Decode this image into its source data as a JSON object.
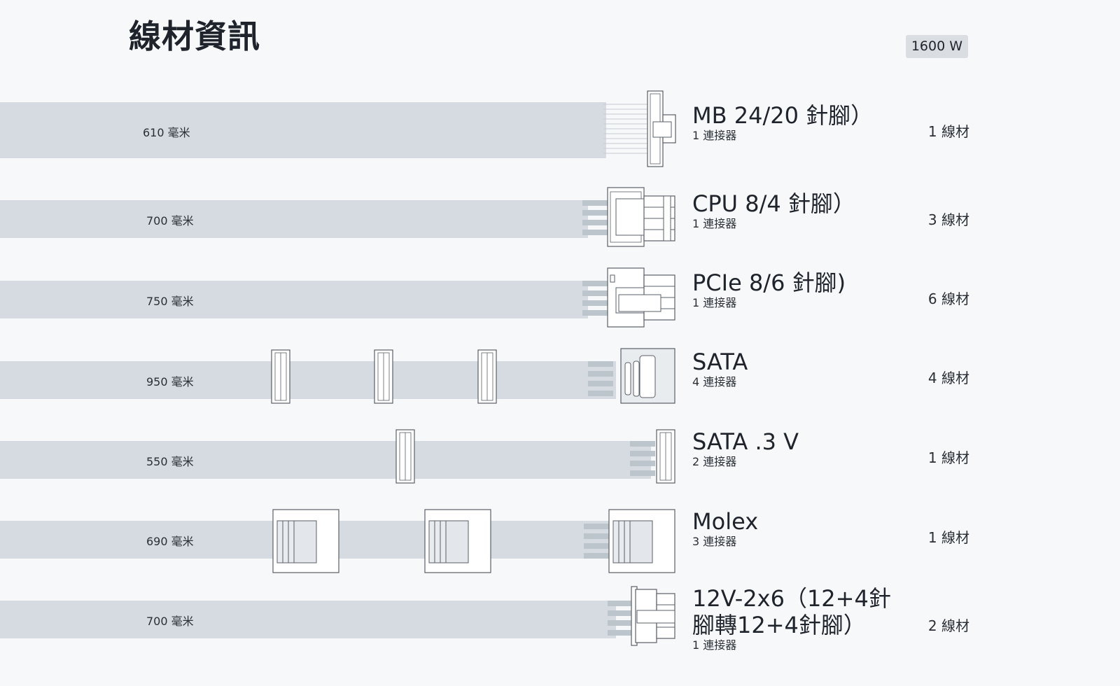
{
  "page": {
    "title": "線材資訊",
    "wattage": "1600 W"
  },
  "colors": {
    "background": "#f7f8f9",
    "cable": "#d5dbe1",
    "connector": "#ffffff",
    "connector_outline": "#5a6068",
    "wire": "#bcc4cc"
  },
  "cables": [
    {
      "name": "MB 24/20 針腳）",
      "connectors": "1 連接器",
      "length": "610 毫米",
      "quantity": "1 線材",
      "connector_icon": "atx-24pin-connector-icon"
    },
    {
      "name": "CPU 8/4 針腳）",
      "connectors": "1 連接器",
      "length": "700 毫米",
      "quantity": "3 線材",
      "connector_icon": "eps-8pin-connector-icon"
    },
    {
      "name": "PCIe 8/6 針腳)",
      "connectors": "1 連接器",
      "length": "750 毫米",
      "quantity": "6 線材",
      "connector_icon": "pcie-8pin-connector-icon"
    },
    {
      "name": "SATA",
      "connectors": "4 連接器",
      "length": "950 毫米",
      "quantity": "4 線材",
      "connector_icon": "sata-connector-icon"
    },
    {
      "name": "SATA .3 V",
      "connectors": "2 連接器",
      "length": "550 毫米",
      "quantity": "1 線材",
      "connector_icon": "sata-3v-connector-icon"
    },
    {
      "name": "Molex",
      "connectors": "3 連接器",
      "length": "690 毫米",
      "quantity": "1 線材",
      "connector_icon": "molex-connector-icon"
    },
    {
      "name": "12V-2x6（12+4針腳轉12+4針腳）",
      "connectors": "1 連接器",
      "length": "700 毫米",
      "quantity": "2 線材",
      "connector_icon": "12v-2x6-connector-icon"
    }
  ]
}
